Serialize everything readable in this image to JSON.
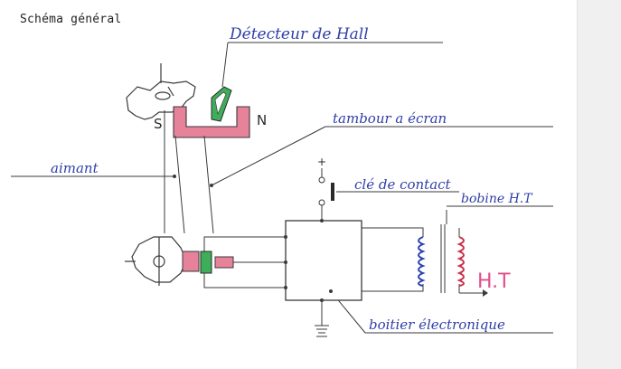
{
  "title": "Schéma général",
  "labels": {
    "hall": "Détecteur de Hall",
    "drum": "tambour a écran",
    "magnet": "aimant",
    "key": "clé de contact",
    "coil": "bobine H.T",
    "box": "boitier électronique",
    "ht": "H.T",
    "south": "S",
    "north": "N",
    "plus": "+"
  },
  "colors": {
    "ink": "#3a3a3a",
    "label_ink": "#2f3fa8",
    "magnet": "#e6829a",
    "sensor": "#3fae5a",
    "ht": "#e0508a",
    "coil_primary": "#2c3fb0",
    "coil_secondary": "#c8304a",
    "side_panel": "#f0f0f0"
  },
  "icons": {
    "ground": "ground-icon",
    "arrow": "arrow-right-icon"
  }
}
